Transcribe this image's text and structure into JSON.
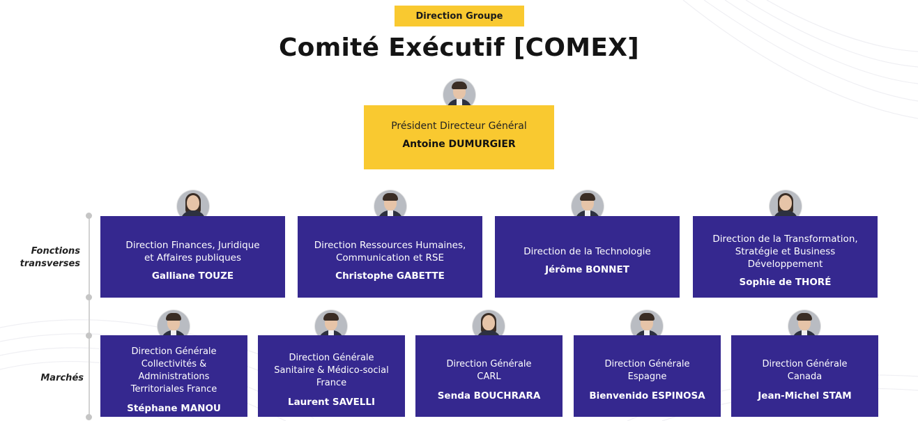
{
  "header": {
    "tag": "Direction Groupe",
    "title": "Comité Exécutif [COMEX]"
  },
  "ceo": {
    "role": "Président Directeur Général",
    "name": "Antoine DUMURGIER"
  },
  "side_labels": {
    "fonctions": "Fonctions\ntransverses",
    "marches": "Marchés"
  },
  "fonctions": [
    {
      "role": "Direction Finances, Juridique\net Affaires publiques",
      "name": "Galliane TOUZE"
    },
    {
      "role": "Direction Ressources Humaines,\nCommunication et RSE",
      "name": "Christophe GABETTE"
    },
    {
      "role": "Direction de la Technologie",
      "name": "Jérôme BONNET"
    },
    {
      "role": "Direction de la Transformation,\nStratégie et Business\nDéveloppement",
      "name": "Sophie de THORÉ"
    }
  ],
  "marches": [
    {
      "role": "Direction Générale\nCollectivités &\nAdministrations\nTerritoriales France",
      "name": "Stéphane MANOU"
    },
    {
      "role": "Direction Générale\nSanitaire & Médico-social\nFrance",
      "name": "Laurent SAVELLI"
    },
    {
      "role": "Direction Générale\nCARL",
      "name": "Senda BOUCHRARA"
    },
    {
      "role": "Direction Générale\nEspagne",
      "name": "Bienvenido ESPINOSA"
    },
    {
      "role": "Direction Générale\nCanada",
      "name": "Jean-Michel STAM"
    }
  ],
  "colors": {
    "accent_yellow": "#f9c930",
    "box_navy": "#35288f"
  }
}
